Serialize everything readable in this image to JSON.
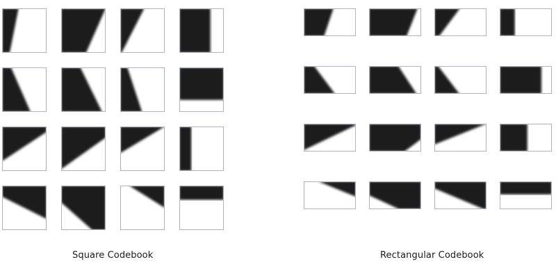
{
  "captions": {
    "square": "Square Codebook",
    "rectangular": "Rectangular Codebook"
  },
  "colors": {
    "fill": "#1f1f1f",
    "background": "#ffffff",
    "border": "#a9b4c2"
  },
  "codebooks": {
    "square": [
      [
        [
          0,
          0
        ],
        [
          0.37,
          0
        ],
        [
          0.17,
          1
        ],
        [
          0,
          1
        ]
      ],
      [
        [
          0,
          0
        ],
        [
          1,
          0
        ],
        [
          0.56,
          1
        ],
        [
          0,
          1
        ]
      ],
      [
        [
          0,
          0
        ],
        [
          0.54,
          0
        ],
        [
          0.03,
          1
        ],
        [
          0,
          1
        ]
      ],
      [
        [
          0,
          0
        ],
        [
          0.7,
          0
        ],
        [
          0.7,
          1
        ],
        [
          0,
          1
        ]
      ],
      [
        [
          0,
          0
        ],
        [
          0.2,
          0
        ],
        [
          0.64,
          1
        ],
        [
          0,
          1
        ]
      ],
      [
        [
          0,
          0
        ],
        [
          0.43,
          0
        ],
        [
          0.92,
          1
        ],
        [
          0,
          1
        ]
      ],
      [
        [
          0,
          0
        ],
        [
          0.16,
          0
        ],
        [
          0.49,
          1
        ],
        [
          0,
          1
        ]
      ],
      [
        [
          0,
          0
        ],
        [
          1,
          0
        ],
        [
          1,
          0.73
        ],
        [
          0,
          0.73
        ]
      ],
      [
        [
          0,
          0
        ],
        [
          1,
          0
        ],
        [
          1,
          0.12
        ],
        [
          0,
          0.78
        ],
        [
          0,
          0
        ]
      ],
      [
        [
          0,
          0
        ],
        [
          1,
          0
        ],
        [
          1,
          0.25
        ],
        [
          0,
          0.96
        ]
      ],
      [
        [
          0,
          0
        ],
        [
          1,
          0
        ],
        [
          0,
          0.6
        ]
      ],
      [
        [
          0,
          0
        ],
        [
          0.27,
          0
        ],
        [
          0.27,
          1
        ],
        [
          0,
          1
        ]
      ],
      [
        [
          0,
          0
        ],
        [
          1,
          0
        ],
        [
          1,
          0.75
        ],
        [
          0,
          0.25
        ]
      ],
      [
        [
          0,
          0
        ],
        [
          1,
          0
        ],
        [
          1,
          1
        ],
        [
          0.7,
          1
        ],
        [
          0,
          0.38
        ]
      ],
      [
        [
          0.2,
          0
        ],
        [
          1,
          0
        ],
        [
          1,
          0.5
        ]
      ],
      [
        [
          0,
          0
        ],
        [
          1,
          0
        ],
        [
          1,
          0.32
        ],
        [
          0,
          0.32
        ]
      ]
    ],
    "rectangular": [
      [
        [
          0,
          0
        ],
        [
          0.57,
          0
        ],
        [
          0.39,
          1
        ],
        [
          0,
          1
        ]
      ],
      [
        [
          0,
          0
        ],
        [
          0.93,
          0
        ],
        [
          0.72,
          1
        ],
        [
          0,
          1
        ]
      ],
      [
        [
          0,
          0
        ],
        [
          0.49,
          0
        ],
        [
          0.09,
          1
        ],
        [
          0,
          1
        ]
      ],
      [
        [
          0,
          0
        ],
        [
          0.29,
          0
        ],
        [
          0.29,
          1
        ],
        [
          0,
          1
        ]
      ],
      [
        [
          0,
          0
        ],
        [
          0.2,
          0
        ],
        [
          0.6,
          1
        ],
        [
          0,
          1
        ]
      ],
      [
        [
          0,
          0
        ],
        [
          0.56,
          0
        ],
        [
          0.91,
          1
        ],
        [
          0,
          1
        ]
      ],
      [
        [
          0,
          0
        ],
        [
          0.07,
          0
        ],
        [
          0.48,
          1
        ],
        [
          0,
          1
        ]
      ],
      [
        [
          0,
          0
        ],
        [
          0.8,
          0
        ],
        [
          0.8,
          1
        ],
        [
          0,
          1
        ]
      ],
      [
        [
          0,
          0
        ],
        [
          1,
          0
        ],
        [
          1,
          0.05
        ],
        [
          0,
          0.95
        ]
      ],
      [
        [
          0,
          0
        ],
        [
          1,
          0
        ],
        [
          1,
          0.55
        ],
        [
          0.68,
          1
        ],
        [
          0,
          1
        ]
      ],
      [
        [
          0,
          0
        ],
        [
          1,
          0
        ],
        [
          0,
          0.75
        ]
      ],
      [
        [
          0,
          0
        ],
        [
          0.53,
          0
        ],
        [
          0.53,
          1
        ],
        [
          0,
          1
        ]
      ],
      [
        [
          0.28,
          0
        ],
        [
          1,
          0
        ],
        [
          1,
          0.55
        ]
      ],
      [
        [
          0,
          0
        ],
        [
          1,
          0
        ],
        [
          1,
          1
        ],
        [
          0.58,
          1
        ],
        [
          0,
          0.5
        ]
      ],
      [
        [
          0,
          0
        ],
        [
          1,
          0
        ],
        [
          1,
          1
        ],
        [
          0.95,
          1
        ],
        [
          0,
          0.25
        ]
      ],
      [
        [
          0,
          0
        ],
        [
          1,
          0
        ],
        [
          1,
          0.47
        ],
        [
          0,
          0.47
        ]
      ]
    ]
  }
}
